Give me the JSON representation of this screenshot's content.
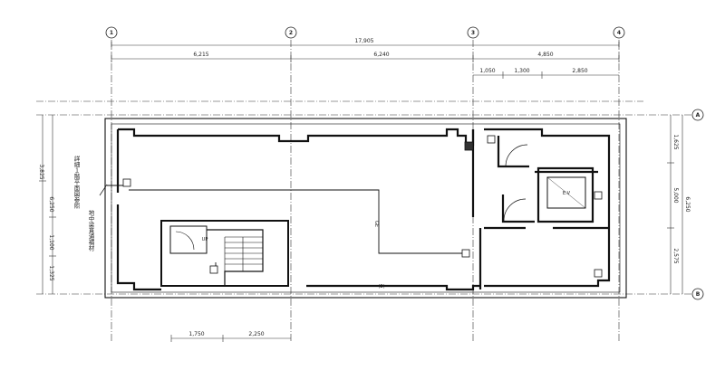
{
  "grid": {
    "columns": [
      "1",
      "2",
      "3",
      "4"
    ],
    "rows": [
      "A",
      "B"
    ]
  },
  "dimensions": {
    "overall": "17,905",
    "spans": [
      "6,215",
      "6,240",
      "4,850"
    ],
    "sub_spans": [
      "1,050",
      "1,300",
      "2,850"
    ],
    "bottom": [
      "1,750",
      "2,250"
    ],
    "left": [
      "3,825",
      "6,250",
      "1,100",
      "1,325"
    ],
    "right": [
      "1,625",
      "5,000",
      "2,575",
      "6,250"
    ]
  },
  "labels": {
    "stair_up": "UP",
    "ev": "E.V",
    "vertical_note_1": "詳細１階平面図参照",
    "vertical_note_2": "地中梁貫通補材",
    "center_tag": "(2)",
    "pipe_tag": "GE"
  }
}
